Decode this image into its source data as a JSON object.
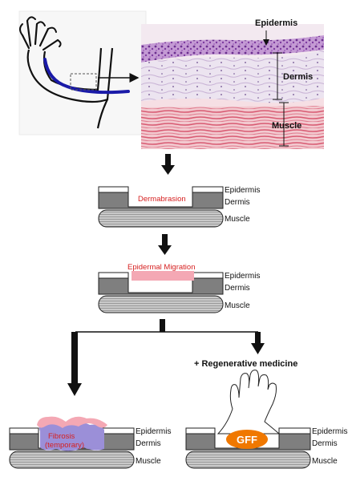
{
  "histology": {
    "epidermis": "Epidermis",
    "dermis": "Dermis",
    "muscle": "Muscle"
  },
  "step1": {
    "action": "Dermabrasion",
    "epidermis": "Epidermis",
    "dermis": "Dermis",
    "muscle": "Muscle"
  },
  "step2": {
    "action": "Epidermal Migration",
    "epidermis": "Epidermis",
    "dermis": "Dermis",
    "muscle": "Muscle"
  },
  "left_outcome": {
    "action_line1": "Fibrosis",
    "action_line2": "(temporary)",
    "epidermis": "Epidermis",
    "dermis": "Dermis",
    "muscle": "Muscle"
  },
  "right_outcome": {
    "heading": "+ Regenerative medicine",
    "badge": "GFF",
    "epidermis": "Epidermis",
    "dermis": "Dermis",
    "muscle": "Muscle"
  },
  "colors": {
    "epidermis_top": "#ffffff",
    "dermis": "#7f7f7f",
    "muscle": "#c8c8c8",
    "migration_pink": "#f4a8b4",
    "fibrosis_purple": "#9b8fd8",
    "gff_orange": "#f07800",
    "forelimb_line": "#1a1aa8",
    "histology_bg": "#f3e9f0"
  }
}
